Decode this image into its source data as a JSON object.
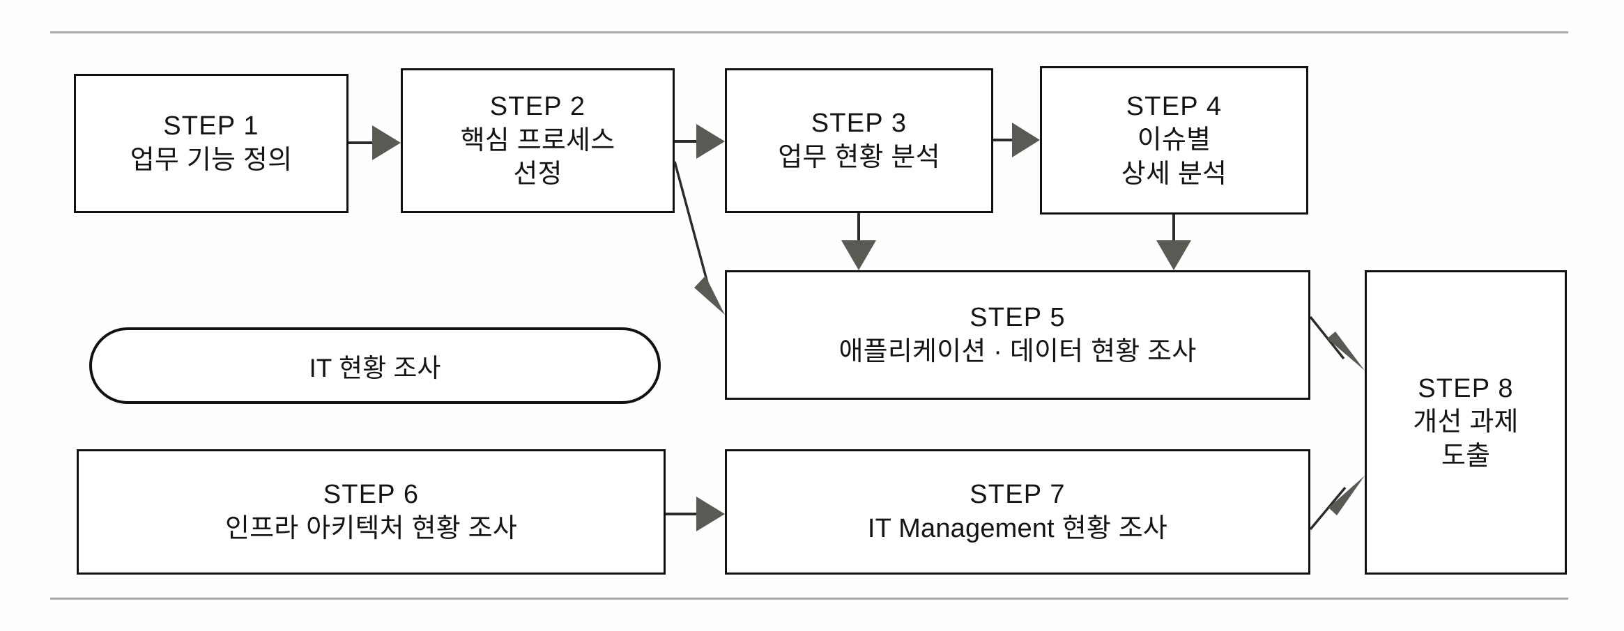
{
  "diagram": {
    "title_visible": false,
    "colors": {
      "box_border": "#111111",
      "box_fill": "#ffffff",
      "arrow_fill": "#5a5a55",
      "connector_stroke": "#2b2b2b",
      "rule": "#9a9a9a",
      "text": "#141414"
    },
    "nodes": [
      {
        "id": "step1",
        "shape": "rect",
        "lines": [
          "STEP 1",
          "업무 기능 정의"
        ]
      },
      {
        "id": "step2",
        "shape": "rect",
        "lines": [
          "STEP 2",
          "핵심 프로세스",
          "선정"
        ]
      },
      {
        "id": "step3",
        "shape": "rect",
        "lines": [
          "STEP 3",
          "업무 현황 분석"
        ]
      },
      {
        "id": "step4",
        "shape": "rect",
        "lines": [
          "STEP 4",
          "이슈별",
          "상세 분석"
        ]
      },
      {
        "id": "step5",
        "shape": "rect",
        "lines": [
          "STEP 5",
          "애플리케이션 · 데이터 현황 조사"
        ]
      },
      {
        "id": "step6",
        "shape": "rect",
        "lines": [
          "STEP 6",
          "인프라 아키텍처 현황 조사"
        ]
      },
      {
        "id": "step7",
        "shape": "rect",
        "lines": [
          "STEP 7",
          "IT Management 현황 조사"
        ]
      },
      {
        "id": "step8",
        "shape": "rect",
        "lines": [
          "STEP 8",
          "개선 과제",
          "도출"
        ]
      },
      {
        "id": "itpill",
        "shape": "rounded-pill",
        "lines": [
          "IT 현황 조사"
        ]
      }
    ],
    "connectors": [
      {
        "id": "c1",
        "from": "step1",
        "to": "step2",
        "style": "straight-right"
      },
      {
        "id": "c2",
        "from": "step2",
        "to": "step3",
        "style": "straight-right"
      },
      {
        "id": "c3",
        "from": "step3",
        "to": "step4",
        "style": "straight-right"
      },
      {
        "id": "c4",
        "from": "step2",
        "to": "step5",
        "style": "diagonal-down-right"
      },
      {
        "id": "c5",
        "from": "step3",
        "to": "step5",
        "style": "straight-down"
      },
      {
        "id": "c6",
        "from": "step4",
        "to": "step5",
        "style": "straight-down"
      },
      {
        "id": "c7",
        "from": "step5",
        "to": "step8",
        "style": "diagonal-down-right"
      },
      {
        "id": "c8",
        "from": "step6",
        "to": "step7",
        "style": "straight-right"
      },
      {
        "id": "c9",
        "from": "step7",
        "to": "step8",
        "style": "diagonal-up-right"
      }
    ]
  }
}
